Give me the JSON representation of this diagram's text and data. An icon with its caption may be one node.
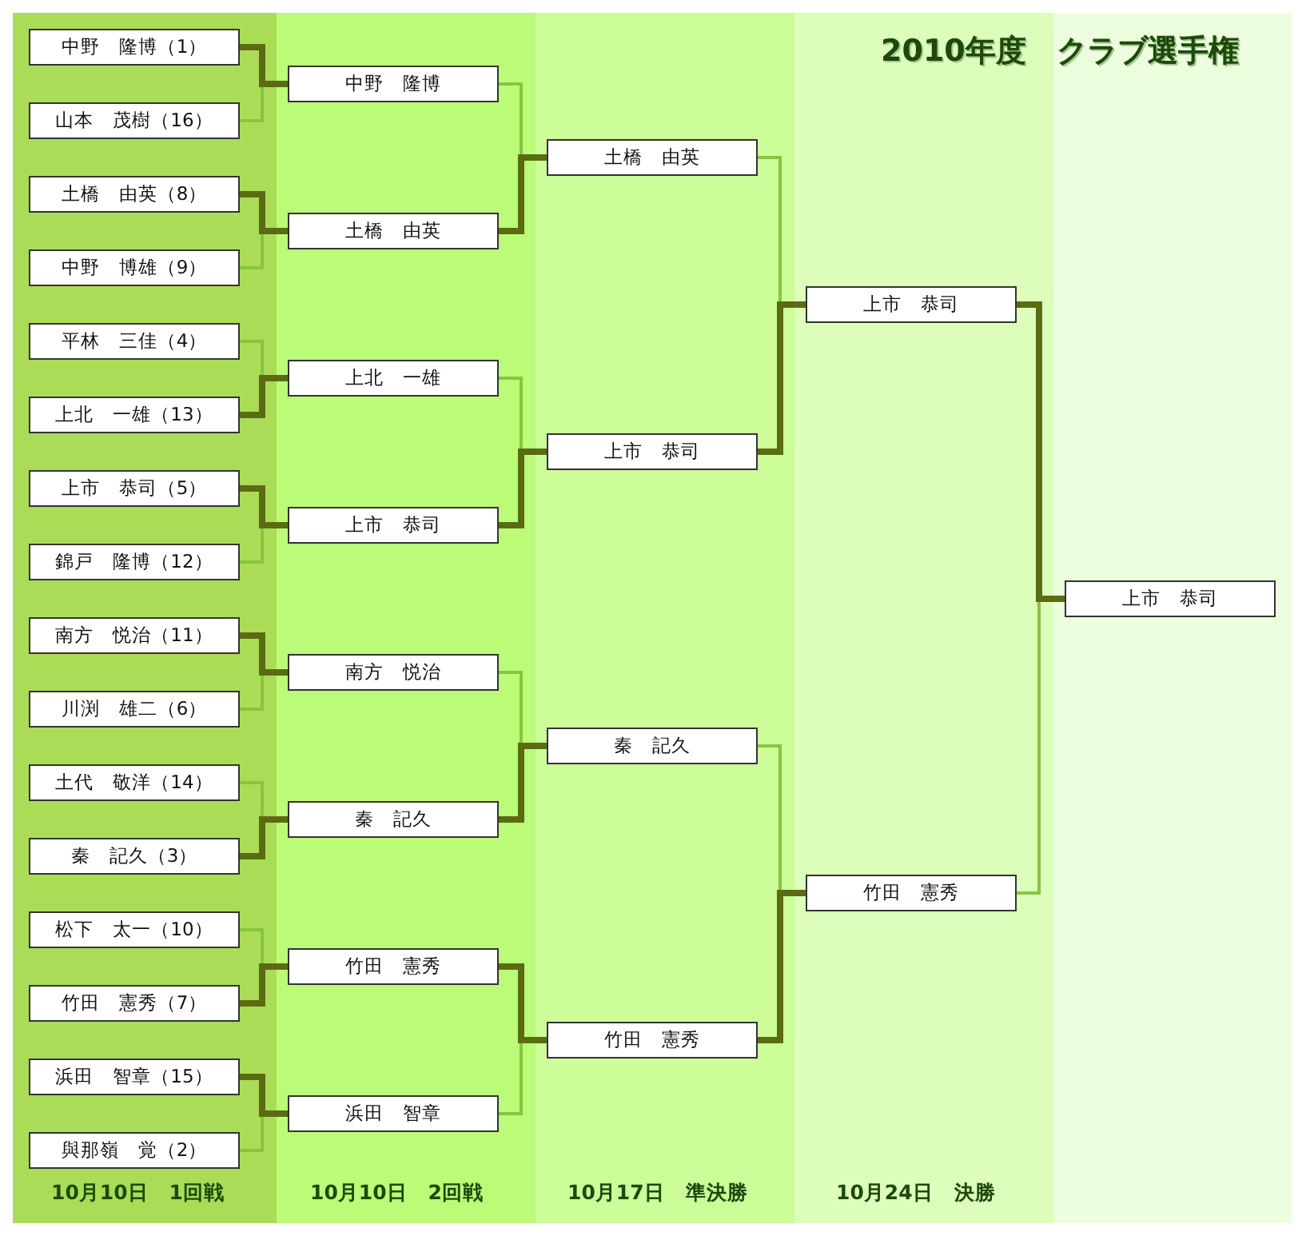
{
  "diagram": {
    "title": "2010年度　クラブ選手権",
    "nodes": [
      {
        "text": [
          "中野　隆博（1）"
        ]
      },
      {
        "text": [
          "山本　茂樹（16）"
        ]
      },
      {
        "text": [
          "土橋　由英（8）"
        ]
      },
      {
        "text": [
          "中野　博雄（9）"
        ]
      },
      {
        "text": [
          "平林　三佳（4）"
        ]
      },
      {
        "text": [
          "上北　一雄（13）"
        ]
      },
      {
        "text": [
          "上市　恭司（5）"
        ]
      },
      {
        "text": [
          "錦戸　隆博（12）"
        ]
      },
      {
        "text": [
          "南方　悦治（11）"
        ]
      },
      {
        "text": [
          "川渕　雄二（6）"
        ]
      },
      {
        "text": [
          "土代　敬洋（14）"
        ]
      },
      {
        "text": [
          "秦　記久（3）"
        ]
      },
      {
        "text": [
          "松下　太一（10）"
        ]
      },
      {
        "text": [
          "竹田　憲秀（7）"
        ]
      },
      {
        "text": [
          "浜田　智章（15）"
        ]
      },
      {
        "text": [
          "與那嶺　覚（2）"
        ]
      },
      {
        "text": [
          "中野　隆博"
        ]
      },
      {
        "text": [
          "土橋　由英"
        ]
      },
      {
        "text": [
          "上北　一雄"
        ]
      },
      {
        "text": [
          "上市　恭司"
        ]
      },
      {
        "text": [
          "南方　悦治"
        ]
      },
      {
        "text": [
          "秦　記久"
        ]
      },
      {
        "text": [
          "竹田　憲秀"
        ]
      },
      {
        "text": [
          "浜田　智章"
        ]
      },
      {
        "text": [
          "土橋　由英"
        ]
      },
      {
        "text": [
          "上市　恭司"
        ]
      },
      {
        "text": [
          "秦　記久"
        ]
      },
      {
        "text": [
          "竹田　憲秀"
        ]
      },
      {
        "text": [
          "上市　恭司"
        ]
      },
      {
        "text": [
          "竹田　憲秀"
        ]
      },
      {
        "text": [
          "上市　恭司"
        ]
      }
    ],
    "edges": [
      {
        "from": 0,
        "to": 16,
        "arrow": "none",
        "style": "thick",
        "color": "#5b6b12"
      },
      {
        "from": 1,
        "to": 16,
        "arrow": "none",
        "color": "#86c63e"
      },
      {
        "from": 2,
        "to": 17,
        "arrow": "none",
        "style": "thick",
        "color": "#5b6b12"
      },
      {
        "from": 3,
        "to": 17,
        "arrow": "none",
        "color": "#86c63e"
      },
      {
        "from": 4,
        "to": 18,
        "arrow": "none",
        "color": "#86c63e"
      },
      {
        "from": 5,
        "to": 18,
        "arrow": "none",
        "style": "thick",
        "color": "#5b6b12"
      },
      {
        "from": 6,
        "to": 19,
        "arrow": "none",
        "style": "thick",
        "color": "#5b6b12"
      },
      {
        "from": 7,
        "to": 19,
        "arrow": "none",
        "color": "#86c63e"
      },
      {
        "from": 8,
        "to": 20,
        "arrow": "none",
        "style": "thick",
        "color": "#5b6b12"
      },
      {
        "from": 9,
        "to": 20,
        "arrow": "none",
        "color": "#86c63e"
      },
      {
        "from": 10,
        "to": 21,
        "arrow": "none",
        "color": "#86c63e"
      },
      {
        "from": 11,
        "to": 21,
        "arrow": "none",
        "style": "thick",
        "color": "#5b6b12"
      },
      {
        "from": 12,
        "to": 22,
        "arrow": "none",
        "color": "#86c63e"
      },
      {
        "from": 13,
        "to": 22,
        "arrow": "none",
        "style": "thick",
        "color": "#5b6b12"
      },
      {
        "from": 14,
        "to": 23,
        "arrow": "none",
        "style": "thick",
        "color": "#5b6b12"
      },
      {
        "from": 15,
        "to": 23,
        "arrow": "none",
        "color": "#86c63e"
      },
      {
        "from": 16,
        "to": 24,
        "arrow": "none",
        "color": "#86c63e"
      },
      {
        "from": 17,
        "to": 24,
        "arrow": "none",
        "style": "thick",
        "color": "#5b6b12"
      },
      {
        "from": 18,
        "to": 25,
        "arrow": "none",
        "color": "#86c63e"
      },
      {
        "from": 19,
        "to": 25,
        "arrow": "none",
        "style": "thick",
        "color": "#5b6b12"
      },
      {
        "from": 20,
        "to": 26,
        "arrow": "none",
        "color": "#86c63e"
      },
      {
        "from": 21,
        "to": 26,
        "arrow": "none",
        "style": "thick",
        "color": "#5b6b12"
      },
      {
        "from": 22,
        "to": 27,
        "arrow": "none",
        "style": "thick",
        "color": "#5b6b12"
      },
      {
        "from": 23,
        "to": 27,
        "arrow": "none",
        "color": "#86c63e"
      },
      {
        "from": 24,
        "to": 28,
        "arrow": "none",
        "color": "#86c63e"
      },
      {
        "from": 25,
        "to": 28,
        "arrow": "none",
        "style": "thick",
        "color": "#5b6b12"
      },
      {
        "from": 26,
        "to": 29,
        "arrow": "none",
        "color": "#86c63e"
      },
      {
        "from": 27,
        "to": 29,
        "arrow": "none",
        "style": "thick",
        "color": "#5b6b12"
      },
      {
        "from": 28,
        "to": 30,
        "arrow": "none",
        "style": "thick",
        "color": "#5b6b12"
      },
      {
        "from": 29,
        "to": 30,
        "arrow": "none",
        "color": "#86c63e"
      }
    ],
    "labels": [
      "10月10日　1回戦",
      "10月10日　2回戦",
      "10月17日　準決勝",
      "10月24日　決勝"
    ]
  }
}
